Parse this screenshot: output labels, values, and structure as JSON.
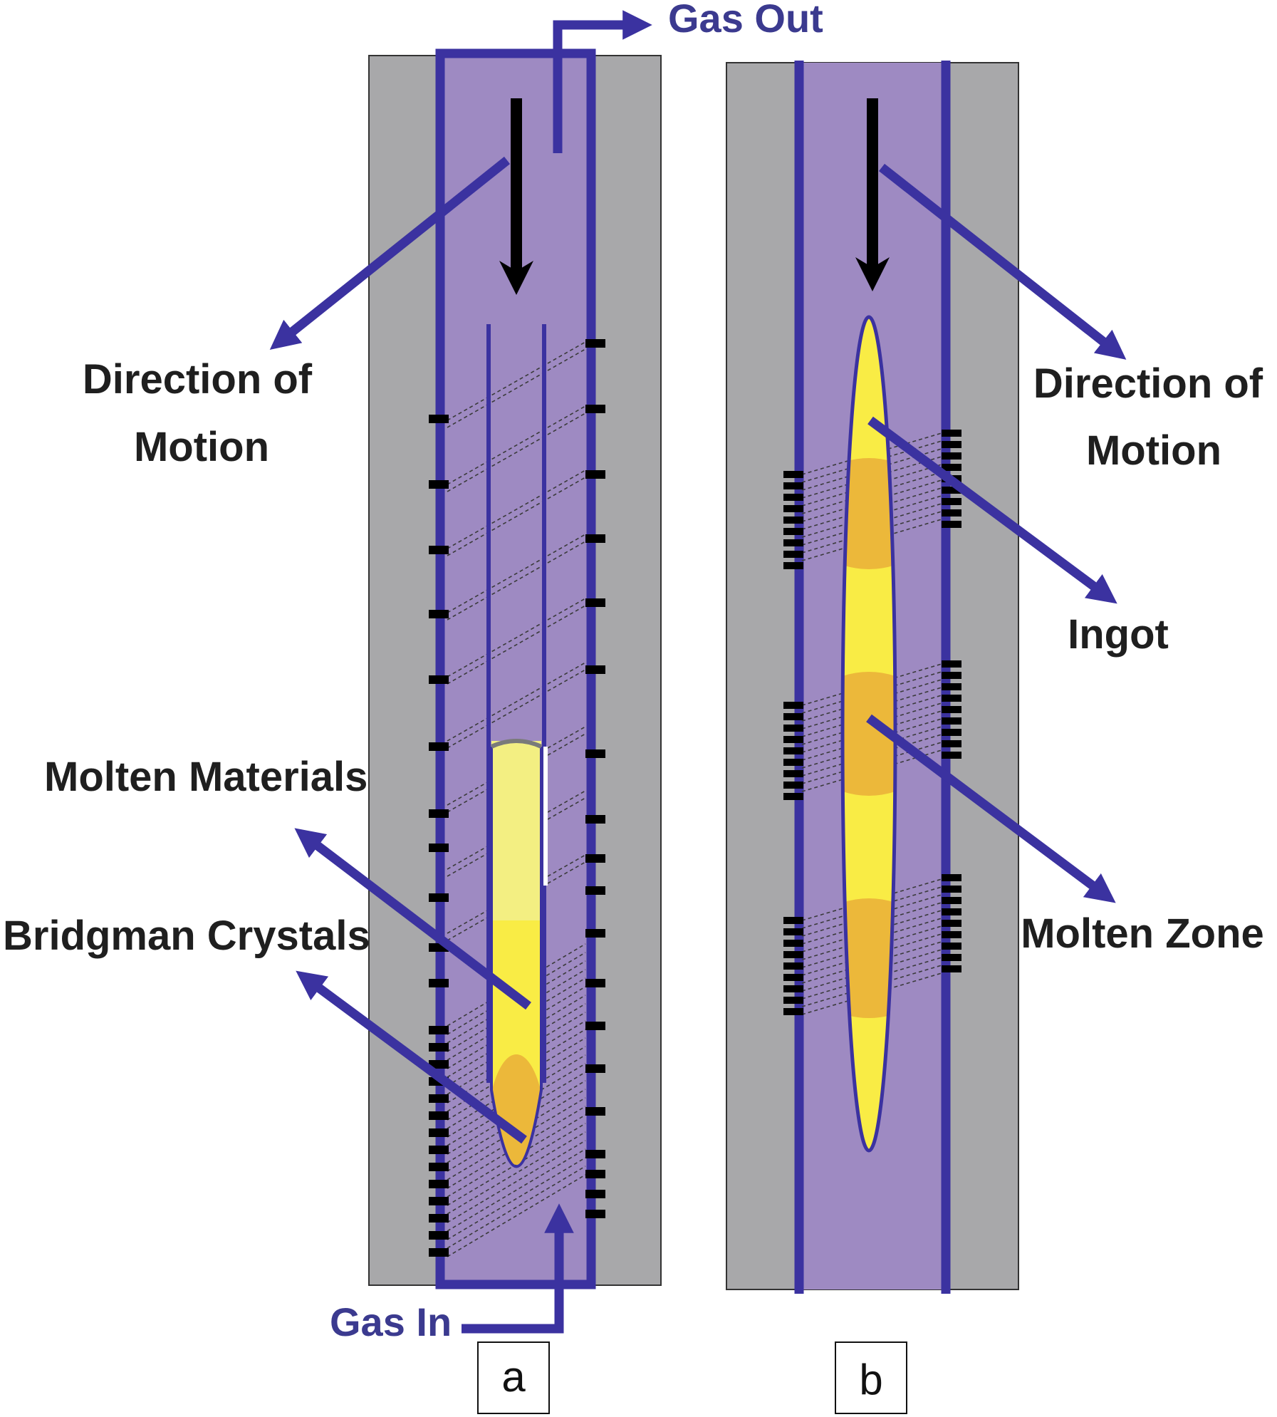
{
  "colors": {
    "furnace_gray": "#a8a8aa",
    "chamber_purple": "#9e8ac2",
    "tube_blue": "#3b32a0",
    "melt_yellow": "#f9ec45",
    "pale_yellow": "#f3ef82",
    "crystal_orange": "#ecb83a",
    "heater_black": "#000000"
  },
  "labels": {
    "gas_out": "Gas Out",
    "gas_in": "Gas In",
    "direction_a_line1": "Direction of",
    "direction_a_line2": "Motion",
    "molten_materials": "Molten Materials",
    "bridgman_crystals": "Bridgman Crystals",
    "direction_b_line1": "Direction of",
    "direction_b_line2": "Motion",
    "ingot": "Ingot",
    "molten_zone": "Molten Zone"
  },
  "panels": {
    "a": "a",
    "b": "b"
  }
}
